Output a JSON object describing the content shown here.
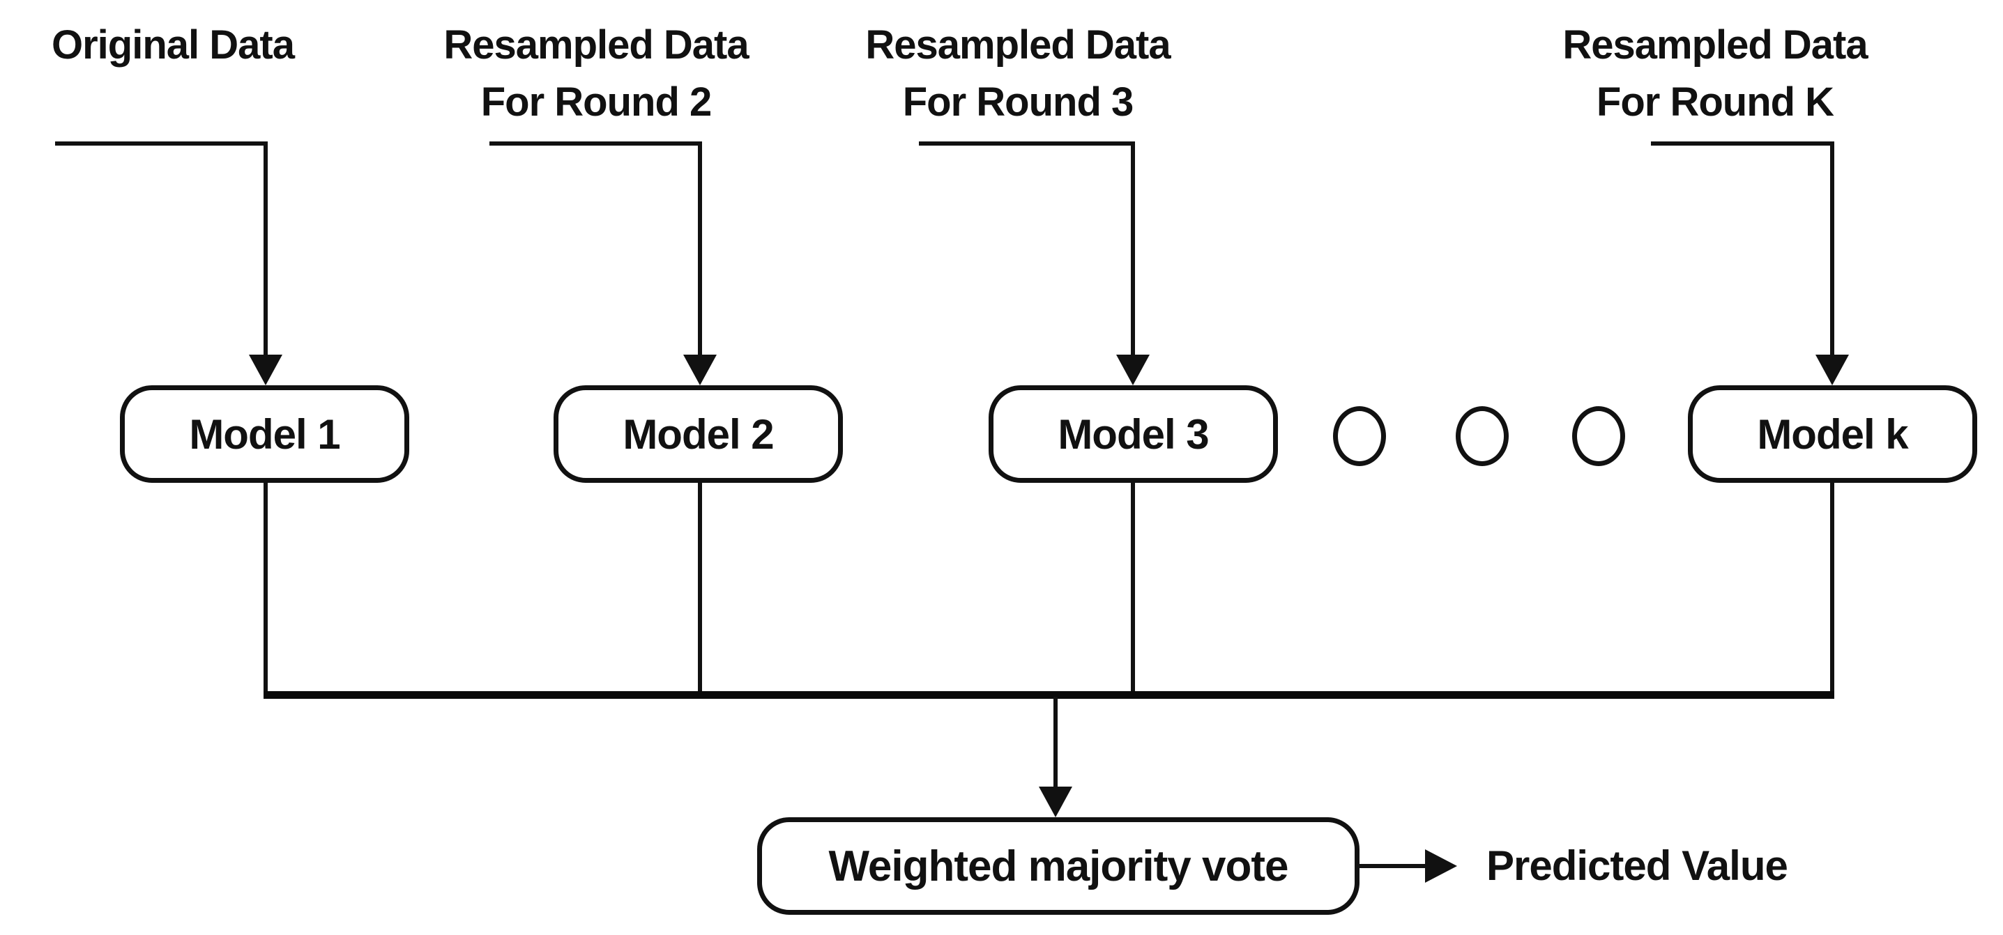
{
  "diagram_type": "boosting-ensemble-flowchart",
  "columns": [
    {
      "label_line1": "Original Data",
      "label_line2": "",
      "model_label": "Model 1"
    },
    {
      "label_line1": "Resampled Data",
      "label_line2": "For Round 2",
      "model_label": "Model 2"
    },
    {
      "label_line1": "Resampled Data",
      "label_line2": "For Round 3",
      "model_label": "Model 3"
    },
    {
      "label_line1": "Resampled Data",
      "label_line2": "For Round K",
      "model_label": "Model k"
    }
  ],
  "ellipsis": {
    "circle_count": 3
  },
  "aggregator": {
    "label": "Weighted majority vote"
  },
  "output": {
    "label": "Predicted Value"
  },
  "colors": {
    "line": "#111111",
    "text": "#111111",
    "box_fill": "#ffffff",
    "background": "#ffffff"
  }
}
